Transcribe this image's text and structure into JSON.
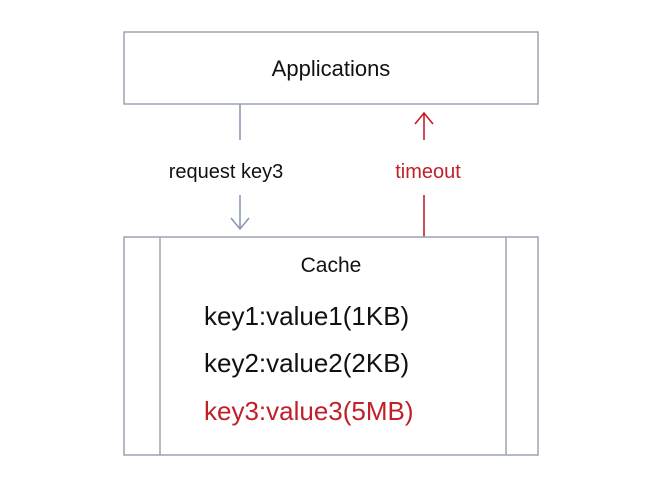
{
  "applications_box": {
    "label": "Applications"
  },
  "request_arrow": {
    "label": "request key3"
  },
  "timeout_arrow": {
    "label": "timeout"
  },
  "cache_box": {
    "title": "Cache",
    "entries": [
      {
        "text": "key1:value1(1KB)",
        "highlighted": false
      },
      {
        "text": "key2:value2(2KB)",
        "highlighted": false
      },
      {
        "text": "key3:value3(5MB)",
        "highlighted": true
      }
    ]
  },
  "colors": {
    "box_border": "#9aa4b4",
    "request_arrow": "#8a9ab4",
    "timeout_red": "#c0202a",
    "text": "#111111"
  }
}
